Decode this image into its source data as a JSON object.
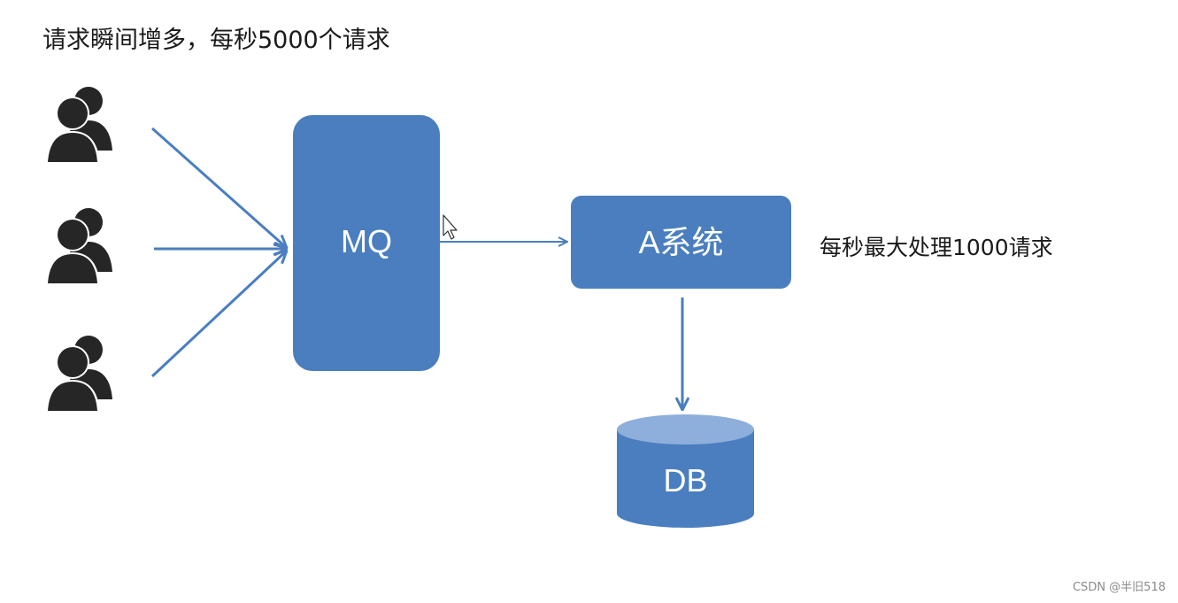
{
  "title": "请求瞬间增多，每秒5000个请求",
  "nodes": {
    "mq": {
      "label": "MQ"
    },
    "a_system": {
      "label": "A系统"
    },
    "db": {
      "label": "DB"
    }
  },
  "note": "每秒最大处理1000请求",
  "users": {
    "count": 3,
    "icon": "users-icon"
  },
  "colors": {
    "node_fill": "#4a7ebf",
    "db_top": "#8eaedb",
    "arrow": "#4a7ebf",
    "user_icon": "#262626"
  },
  "watermark": "CSDN @半旧518"
}
